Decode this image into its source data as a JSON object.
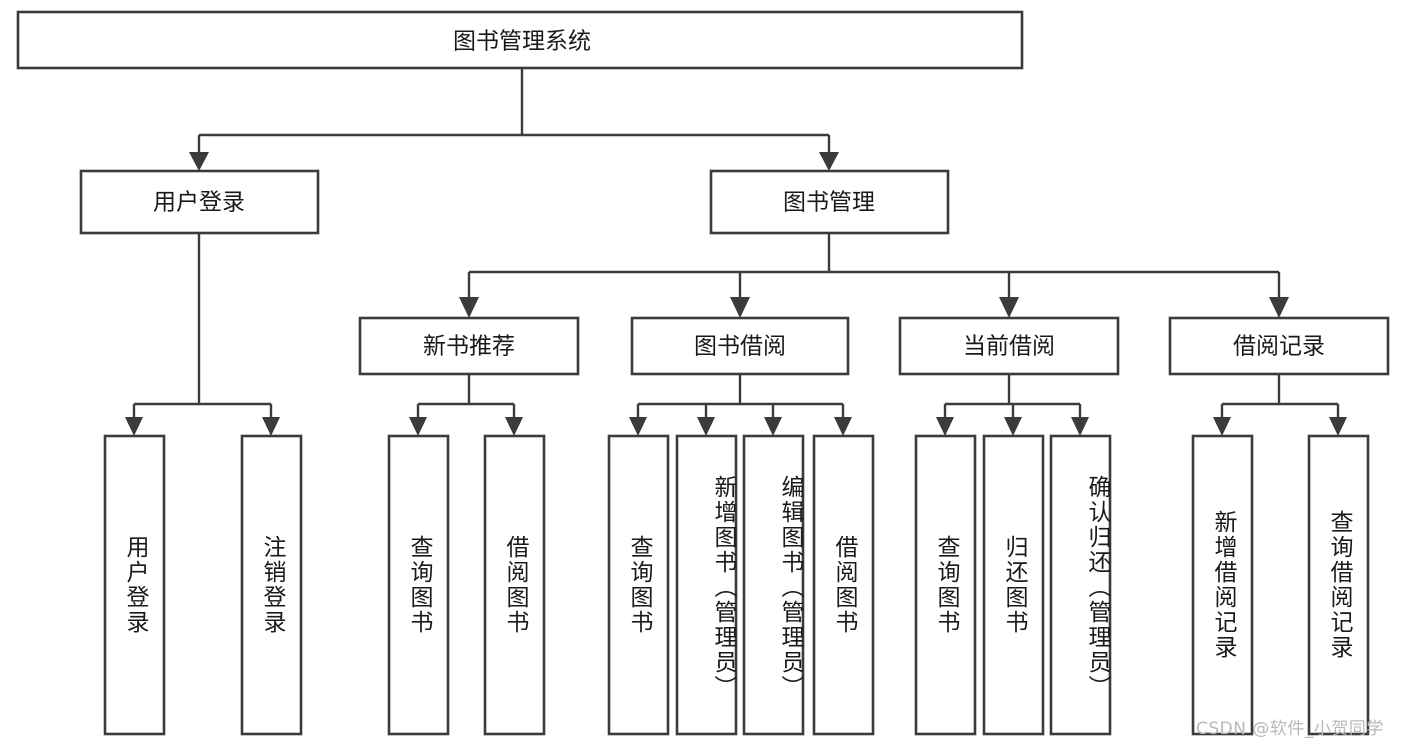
{
  "diagram": {
    "type": "tree",
    "title": "图书管理系统",
    "colors": {
      "stroke": "#3b3b3b",
      "fill": "#ffffff",
      "text": "#1a1a1a",
      "background": "#ffffff",
      "watermark": "#b9b9b9"
    },
    "root": {
      "label": "图书管理系统"
    },
    "level2": [
      {
        "label": "用户登录"
      },
      {
        "label": "图书管理"
      }
    ],
    "level3": [
      {
        "label": "新书推荐"
      },
      {
        "label": "图书借阅"
      },
      {
        "label": "当前借阅"
      },
      {
        "label": "借阅记录"
      }
    ],
    "leaves_user_login": [
      {
        "label": "用户登录"
      },
      {
        "label": "注销登录"
      }
    ],
    "leaves_new_book": [
      {
        "label": "查询图书"
      },
      {
        "label": "借阅图书"
      }
    ],
    "leaves_borrow": [
      {
        "label": "查询图书"
      },
      {
        "label": "新增图书（管理员）"
      },
      {
        "label": "编辑图书（管理员）"
      },
      {
        "label": "借阅图书"
      }
    ],
    "leaves_current": [
      {
        "label": "查询图书"
      },
      {
        "label": "归还图书"
      },
      {
        "label": "确认归还（管理员）"
      }
    ],
    "leaves_record": [
      {
        "label": "新增借阅记录"
      },
      {
        "label": "查询借阅记录"
      }
    ]
  },
  "watermark": {
    "text": "CSDN @软件_小贺同学"
  }
}
